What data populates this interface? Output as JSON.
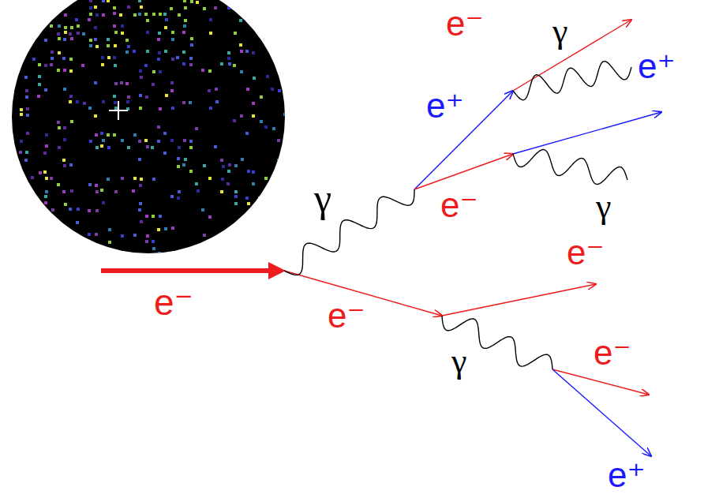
{
  "diagram": {
    "labels": [
      "e⁻",
      "γ",
      "e⁺",
      "e⁺",
      "γ",
      "e⁻",
      "γ",
      "e⁻",
      "e⁻",
      "e⁻",
      "γ",
      "e⁻",
      "e⁺"
    ]
  }
}
